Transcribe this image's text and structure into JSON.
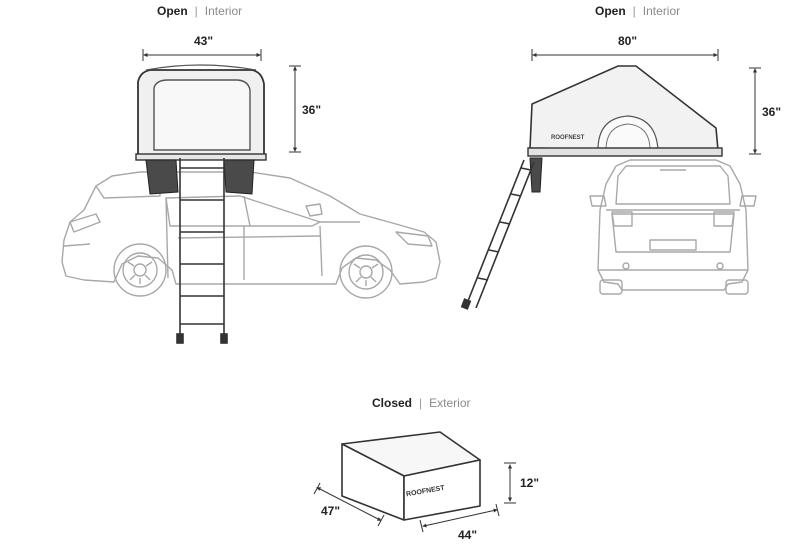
{
  "views": [
    {
      "state": "Open",
      "separator": "|",
      "side": "Interior"
    },
    {
      "state": "Open",
      "separator": "|",
      "side": "Interior"
    },
    {
      "state": "Closed",
      "separator": "|",
      "side": "Exterior"
    }
  ],
  "dimensions": {
    "open_side_width": "43\"",
    "open_side_height": "36\"",
    "open_rear_width": "80\"",
    "open_rear_height": "36\"",
    "closed_height": "12\"",
    "closed_length": "47\"",
    "closed_width": "44\""
  },
  "brand_mark": "ROOFNEST",
  "colors": {
    "line": "#9a9a9a",
    "dark_line": "#333333",
    "tent_fill": "#f4f4f4",
    "pocket_fill": "#4a4a4a"
  }
}
